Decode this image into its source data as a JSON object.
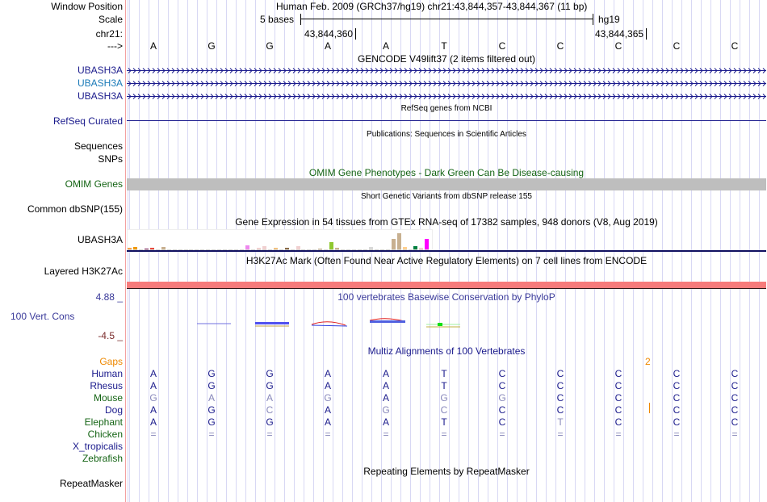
{
  "header": {
    "window_position_label": "Window Position",
    "title": "Human Feb. 2009 (GRCh37/hg19)   chr21:43,844,357-43,844,367 (11 bp)",
    "scale_label": "Scale",
    "scale_text": "5 bases",
    "assembly": "hg19",
    "chrom_label": "chr21:",
    "pos1": "43,844,360",
    "pos2": "43,844,365",
    "strand_label": "--->"
  },
  "bases": [
    "A",
    "G",
    "G",
    "A",
    "A",
    "T",
    "C",
    "C",
    "C",
    "C",
    "C"
  ],
  "tracks": {
    "gencode": {
      "title": "GENCODE V49lift37 (2 items filtered out)",
      "items": [
        {
          "label": "UBASH3A",
          "color": "#1a1a8c"
        },
        {
          "label": "UBASH3A",
          "color": "#1a7ab8"
        },
        {
          "label": "UBASH3A",
          "color": "#1a1a8c"
        }
      ]
    },
    "refseq": {
      "title": "RefSeq genes from NCBI",
      "label": "RefSeq Curated"
    },
    "pubs": {
      "title": "Publications: Sequences in Scientific Articles",
      "labels": [
        "Sequences",
        "SNPs"
      ]
    },
    "omim": {
      "title": "OMIM Gene Phenotypes - Dark Green Can Be Disease-causing",
      "label": "OMIM Genes"
    },
    "dbsnp": {
      "title": "Short Genetic Variants from dbSNP release 155",
      "label": "Common dbSNP(155)"
    },
    "gtex": {
      "title": "Gene Expression in 54 tissues from GTEx RNA-seq of 17382 samples, 948 donors (V8, Aug 2019)",
      "label": "UBASH3A"
    },
    "h3k27ac": {
      "title": "H3K27Ac Mark (Often Found Near Active Regulatory Elements) on 7 cell lines from ENCODE",
      "label": "Layered H3K27Ac"
    },
    "phylop": {
      "title": "100 vertebrates Basewise Conservation by PhyloP",
      "label": "100 Vert. Cons",
      "ymax": "4.88 _",
      "ymin": "-4.5 _"
    },
    "multiz": {
      "title": "Multiz Alignments of 100 Vertebrates",
      "gaps_label": "Gaps",
      "gap_count": "2",
      "species": [
        {
          "name": "Human",
          "color": "#1a1a8c",
          "seq": [
            "A",
            "G",
            "G",
            "A",
            "A",
            "T",
            "C",
            "C",
            "C",
            "C",
            "C"
          ],
          "faded": []
        },
        {
          "name": "Rhesus",
          "color": "#1a1a8c",
          "seq": [
            "A",
            "G",
            "G",
            "A",
            "A",
            "T",
            "C",
            "C",
            "C",
            "C",
            "C"
          ],
          "faded": []
        },
        {
          "name": "Mouse",
          "color": "#146414",
          "seq": [
            "G",
            "A",
            "A",
            "G",
            "A",
            "G",
            "G",
            "C",
            "C",
            "C",
            "C"
          ],
          "faded": [
            0,
            1,
            2,
            3,
            5,
            6
          ]
        },
        {
          "name": "Dog",
          "color": "#1a1a8c",
          "seq": [
            "A",
            "G",
            "C",
            "A",
            "G",
            "C",
            "C",
            "C",
            "C",
            "C",
            "C"
          ],
          "faded": [
            2,
            4,
            5
          ]
        },
        {
          "name": "Elephant",
          "color": "#146414",
          "seq": [
            "A",
            "G",
            "G",
            "A",
            "A",
            "T",
            "C",
            "T",
            "C",
            "C",
            "C"
          ],
          "faded": [
            7
          ]
        },
        {
          "name": "Chicken",
          "color": "#146414",
          "seq": [
            "=",
            "=",
            "=",
            "=",
            "=",
            "=",
            "=",
            "=",
            "=",
            "=",
            "="
          ],
          "faded": [
            0,
            1,
            2,
            3,
            4,
            5,
            6,
            7,
            8,
            9,
            10
          ]
        },
        {
          "name": "X_tropicalis",
          "color": "#1a1a8c",
          "seq": [],
          "faded": []
        },
        {
          "name": "Zebrafish",
          "color": "#146414",
          "seq": [],
          "faded": []
        }
      ]
    },
    "repeatmasker": {
      "title": "Repeating Elements by RepeatMasker",
      "label": "RepeatMasker"
    }
  },
  "gtex_values": [
    {
      "c": "#f5a04a",
      "v": 3
    },
    {
      "c": "#f09a00",
      "v": 4
    },
    {
      "c": "#8fbc8f",
      "v": 1
    },
    {
      "c": "#7a1a5a",
      "v": 2
    },
    {
      "c": "#e8483c",
      "v": 3
    },
    {
      "c": "#ddd",
      "v": 0
    },
    {
      "c": "#c8b090",
      "v": 4
    },
    {
      "c": "#ddd",
      "v": 0
    },
    {
      "c": "#ddd",
      "v": 0
    },
    {
      "c": "#ddd",
      "v": 0
    },
    {
      "c": "#ddd",
      "v": 0
    },
    {
      "c": "#ddd",
      "v": 0
    },
    {
      "c": "#ddd",
      "v": 0
    },
    {
      "c": "#ddd",
      "v": 0
    },
    {
      "c": "#ddd",
      "v": 0
    },
    {
      "c": "#ddd",
      "v": 0
    },
    {
      "c": "#ddd",
      "v": 0
    },
    {
      "c": "#ddd",
      "v": 0
    },
    {
      "c": "#e0d000",
      "v": 1
    },
    {
      "c": "#ddd",
      "v": 0
    },
    {
      "c": "#00c0c0",
      "v": 1
    },
    {
      "c": "#ee88ee",
      "v": 6
    },
    {
      "c": "#ddd",
      "v": 0
    },
    {
      "c": "#f0d0d0",
      "v": 3
    },
    {
      "c": "#f0d0d0",
      "v": 5
    },
    {
      "c": "#c8b090",
      "v": 1
    },
    {
      "c": "#f0c080",
      "v": 3
    },
    {
      "c": "#a08060",
      "v": 1
    },
    {
      "c": "#8a6a48",
      "v": 3
    },
    {
      "c": "#c8a070",
      "v": 1
    },
    {
      "c": "#f0d0d0",
      "v": 5
    },
    {
      "c": "#c000c0",
      "v": 1
    },
    {
      "c": "#ddd",
      "v": 0
    },
    {
      "c": "#c8b090",
      "v": 1
    },
    {
      "c": "#c8b090",
      "v": 2
    },
    {
      "c": "#c8b090",
      "v": 1
    },
    {
      "c": "#90c830",
      "v": 10
    },
    {
      "c": "#c8b090",
      "v": 3
    },
    {
      "c": "#ddd",
      "v": 0
    },
    {
      "c": "#e0d000",
      "v": 1
    },
    {
      "c": "#ffb0c0",
      "v": 1
    },
    {
      "c": "#ddd",
      "v": 0
    },
    {
      "c": "#b0e0b0",
      "v": 1
    },
    {
      "c": "#d8d8d8",
      "v": 4
    },
    {
      "c": "#2040e0",
      "v": 1
    },
    {
      "c": "#2090ff",
      "v": 1
    },
    {
      "c": "#ddd",
      "v": 0
    },
    {
      "c": "#c8b090",
      "v": 14
    },
    {
      "c": "#c8b090",
      "v": 21
    },
    {
      "c": "#ffd090",
      "v": 4
    },
    {
      "c": "#a0a0a0",
      "v": 1
    },
    {
      "c": "#008040",
      "v": 5
    },
    {
      "c": "#f0d0d0",
      "v": 3
    },
    {
      "c": "#ff00ff",
      "v": 14
    }
  ]
}
